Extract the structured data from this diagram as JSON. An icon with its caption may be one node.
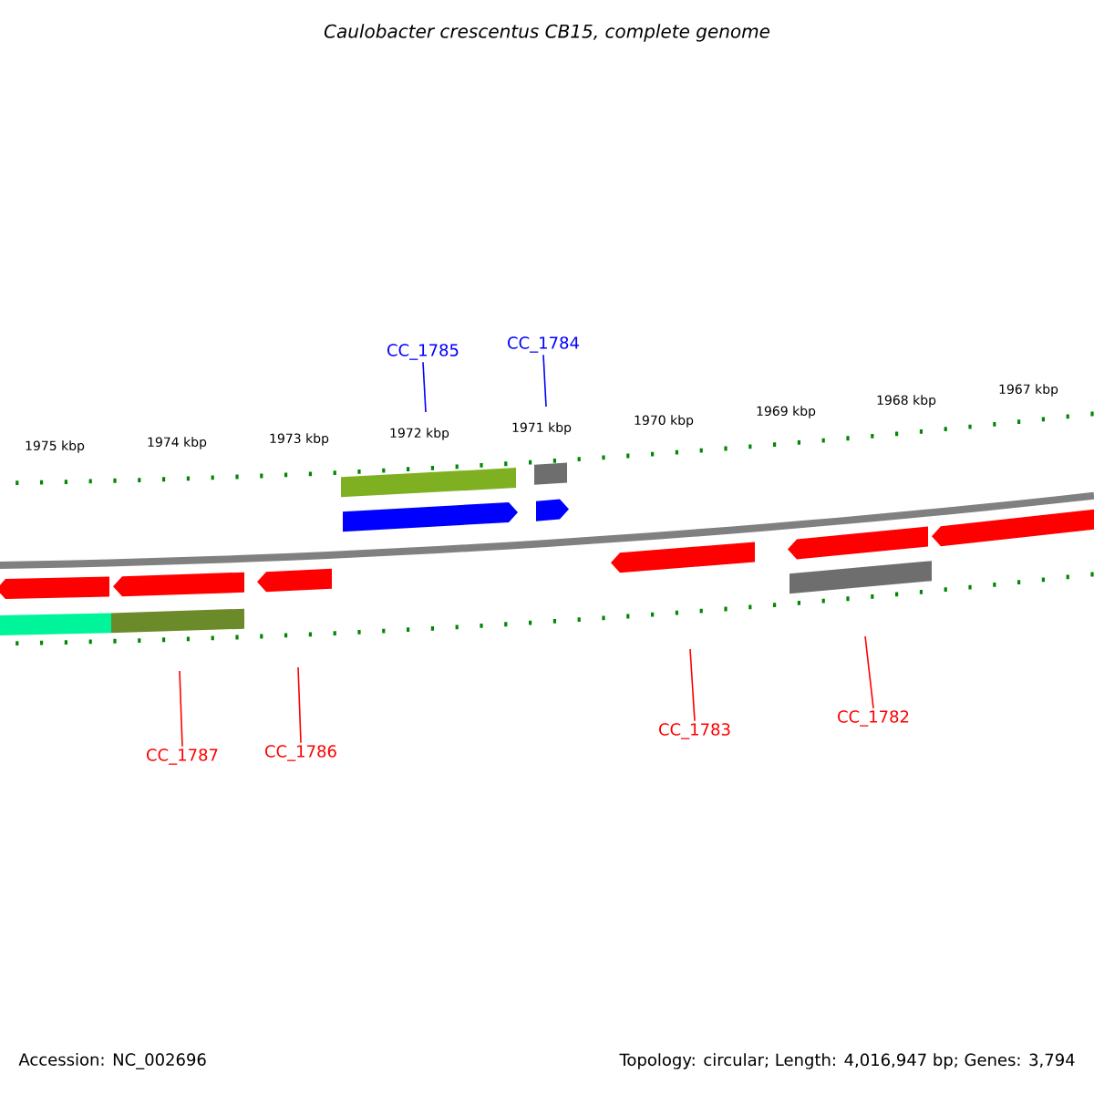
{
  "diagram": {
    "title": "Caulobacter crescentus CB15, complete genome",
    "nodes": [
      {
        "text": [
          "CC_1785"
        ]
      },
      {
        "text": [
          "CC_1784"
        ]
      },
      {
        "text": [
          "CC_1787"
        ]
      },
      {
        "text": [
          "CC_1786"
        ]
      },
      {
        "text": [
          "CC_1783"
        ]
      },
      {
        "text": [
          "CC_1782"
        ]
      }
    ],
    "edges": [
      {
        "from": 0,
        "to": null,
        "arrow": "none",
        "color": "#0000ff"
      },
      {
        "from": 1,
        "to": null,
        "arrow": "none",
        "color": "#0000ff"
      },
      {
        "from": 2,
        "to": null,
        "arrow": "none"
      },
      {
        "from": 3,
        "to": null,
        "arrow": "none"
      },
      {
        "from": 4,
        "to": null,
        "arrow": "none"
      },
      {
        "from": 5,
        "to": null,
        "arrow": "none"
      }
    ],
    "labels": [
      "1975 kbp",
      "1974 kbp",
      "1973 kbp",
      "1972 kbp",
      "1971 kbp",
      "1970 kbp",
      "1969 kbp",
      "1968 kbp",
      "1967 kbp",
      "Accession: NC_002696",
      "Topology: circular; Length: 4,016,947 bp; Genes: 3,794"
    ]
  }
}
